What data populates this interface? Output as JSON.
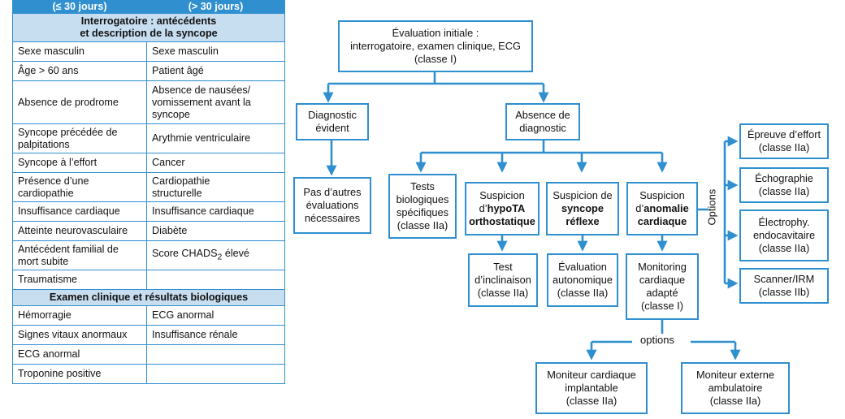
{
  "table": {
    "header": [
      "(≤ 30 jours)",
      "(> 30 jours)"
    ],
    "section1": "Interrogatoire : antécédents\net description de la syncope",
    "rows1": [
      [
        "Sexe masculin",
        "Sexe masculin"
      ],
      [
        "Âge > 60 ans",
        "Patient âgé"
      ],
      [
        "Absence de prodrome",
        "Absence de nausées/\nvomissement avant la\nsyncope"
      ],
      [
        "Syncope précédée de\npalpitations",
        "Arythmie ventriculaire"
      ],
      [
        "Syncope à l’effort",
        "Cancer"
      ],
      [
        "Présence d’une\ncardiopathie",
        "Cardiopathie\nstructurelle"
      ],
      [
        "Insuffisance cardiaque",
        "Insuffisance cardiaque"
      ],
      [
        "Atteinte neurovasculaire",
        "Diabète"
      ],
      [
        "Antécédent familial de\nmort subite",
        "Score CHADS"
      ],
      [
        "Traumatisme",
        ""
      ]
    ],
    "chads_sub": "2",
    "chads_suffix": " élevé",
    "section2": "Examen clinique et résultats biologiques",
    "rows2": [
      [
        "Hémorragie",
        "ECG anormal"
      ],
      [
        "Signes vitaux anormaux",
        "Insuffisance rénale"
      ],
      [
        "ECG anormal",
        ""
      ],
      [
        "Troponine positive",
        ""
      ]
    ]
  },
  "flow": {
    "initial": "Évaluation initiale :\ninterrogatoire, examen clinique, ECG\n(classe I)",
    "diag_evident": "Diagnostic\névident",
    "no_further": "Pas d’autres\névaluations\nnécessaires",
    "absence_diag": "Absence de\ndiagnostic",
    "tests_bio": "Tests\nbiologiques\nspécifiques\n(classe IIa)",
    "hypota": {
      "pre": "Suspicion\nd’",
      "bold1": "hypoTA",
      "bold2": "orthostatique"
    },
    "reflexe": {
      "pre": "Suspicion de",
      "bold1": "syncope",
      "bold2": "réflexe"
    },
    "anomalie": {
      "pre": "Suspicion\nd’",
      "bold1": "anomalie",
      "bold2": "cardiaque"
    },
    "test_incl": "Test\nd’inclinaison\n(classe IIa)",
    "eval_auto": "Évaluation\nautonomique\n(classe IIa)",
    "monitoring": "Monitoring\ncardiaque\nadapté\n(classe I)",
    "options_v": "Options",
    "options_h": "options",
    "right": [
      "Épreuve d’effort\n(classe IIa)",
      "Échographie\n(classe IIa)",
      "Électrophy.\nendocavitaire\n(classe IIa)",
      "Scanner/IRM\n(classe IIb)"
    ],
    "moniteur_impl": "Moniteur cardiaque\nimplantable\n(classe IIa)",
    "moniteur_ext": "Moniteur externe\nambulatoire\n(classe IIa)"
  },
  "colors": {
    "accent": "#2f8fcf",
    "section_bg": "#c7ddf0"
  }
}
